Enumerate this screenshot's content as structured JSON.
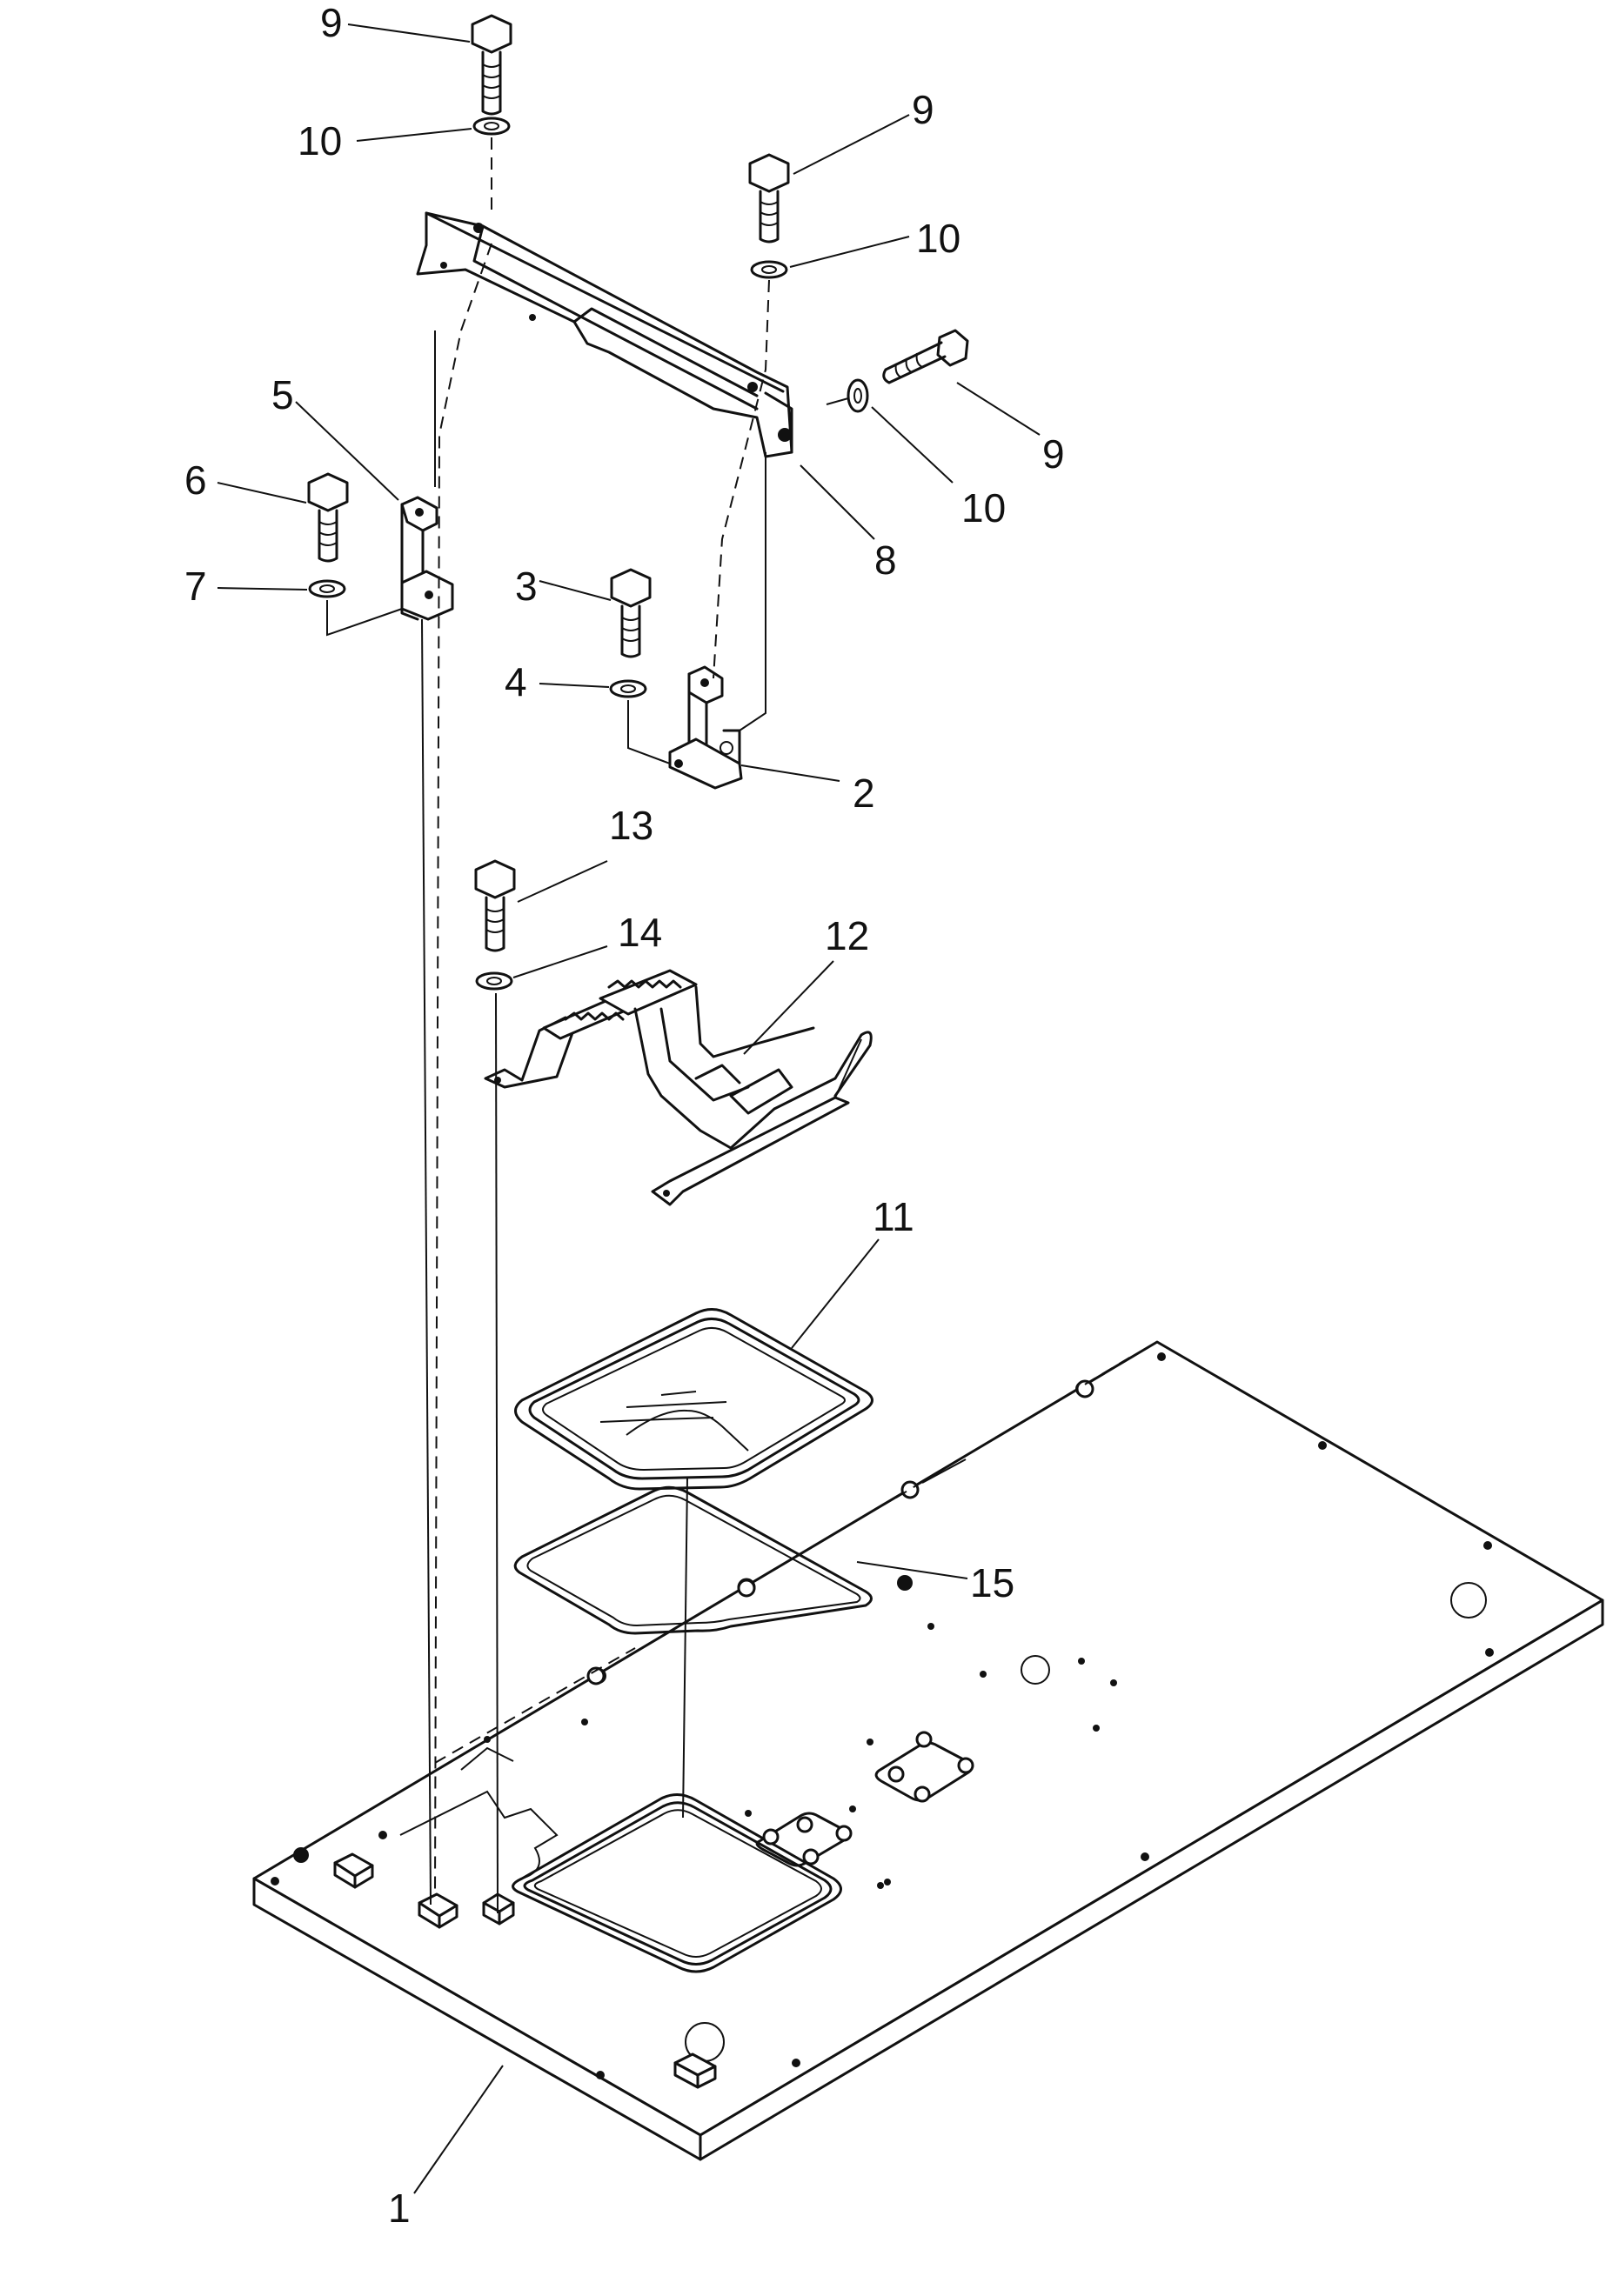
{
  "labels": {
    "p1": "1",
    "p2": "2",
    "p3": "3",
    "p4": "4",
    "p5": "5",
    "p6": "6",
    "p7": "7",
    "p8": "8",
    "p9a": "9",
    "p9b": "9",
    "p9c": "9",
    "p10a": "10",
    "p10b": "10",
    "p10c": "10",
    "p11": "11",
    "p12": "12",
    "p13": "13",
    "p14": "14",
    "p15": "15"
  }
}
